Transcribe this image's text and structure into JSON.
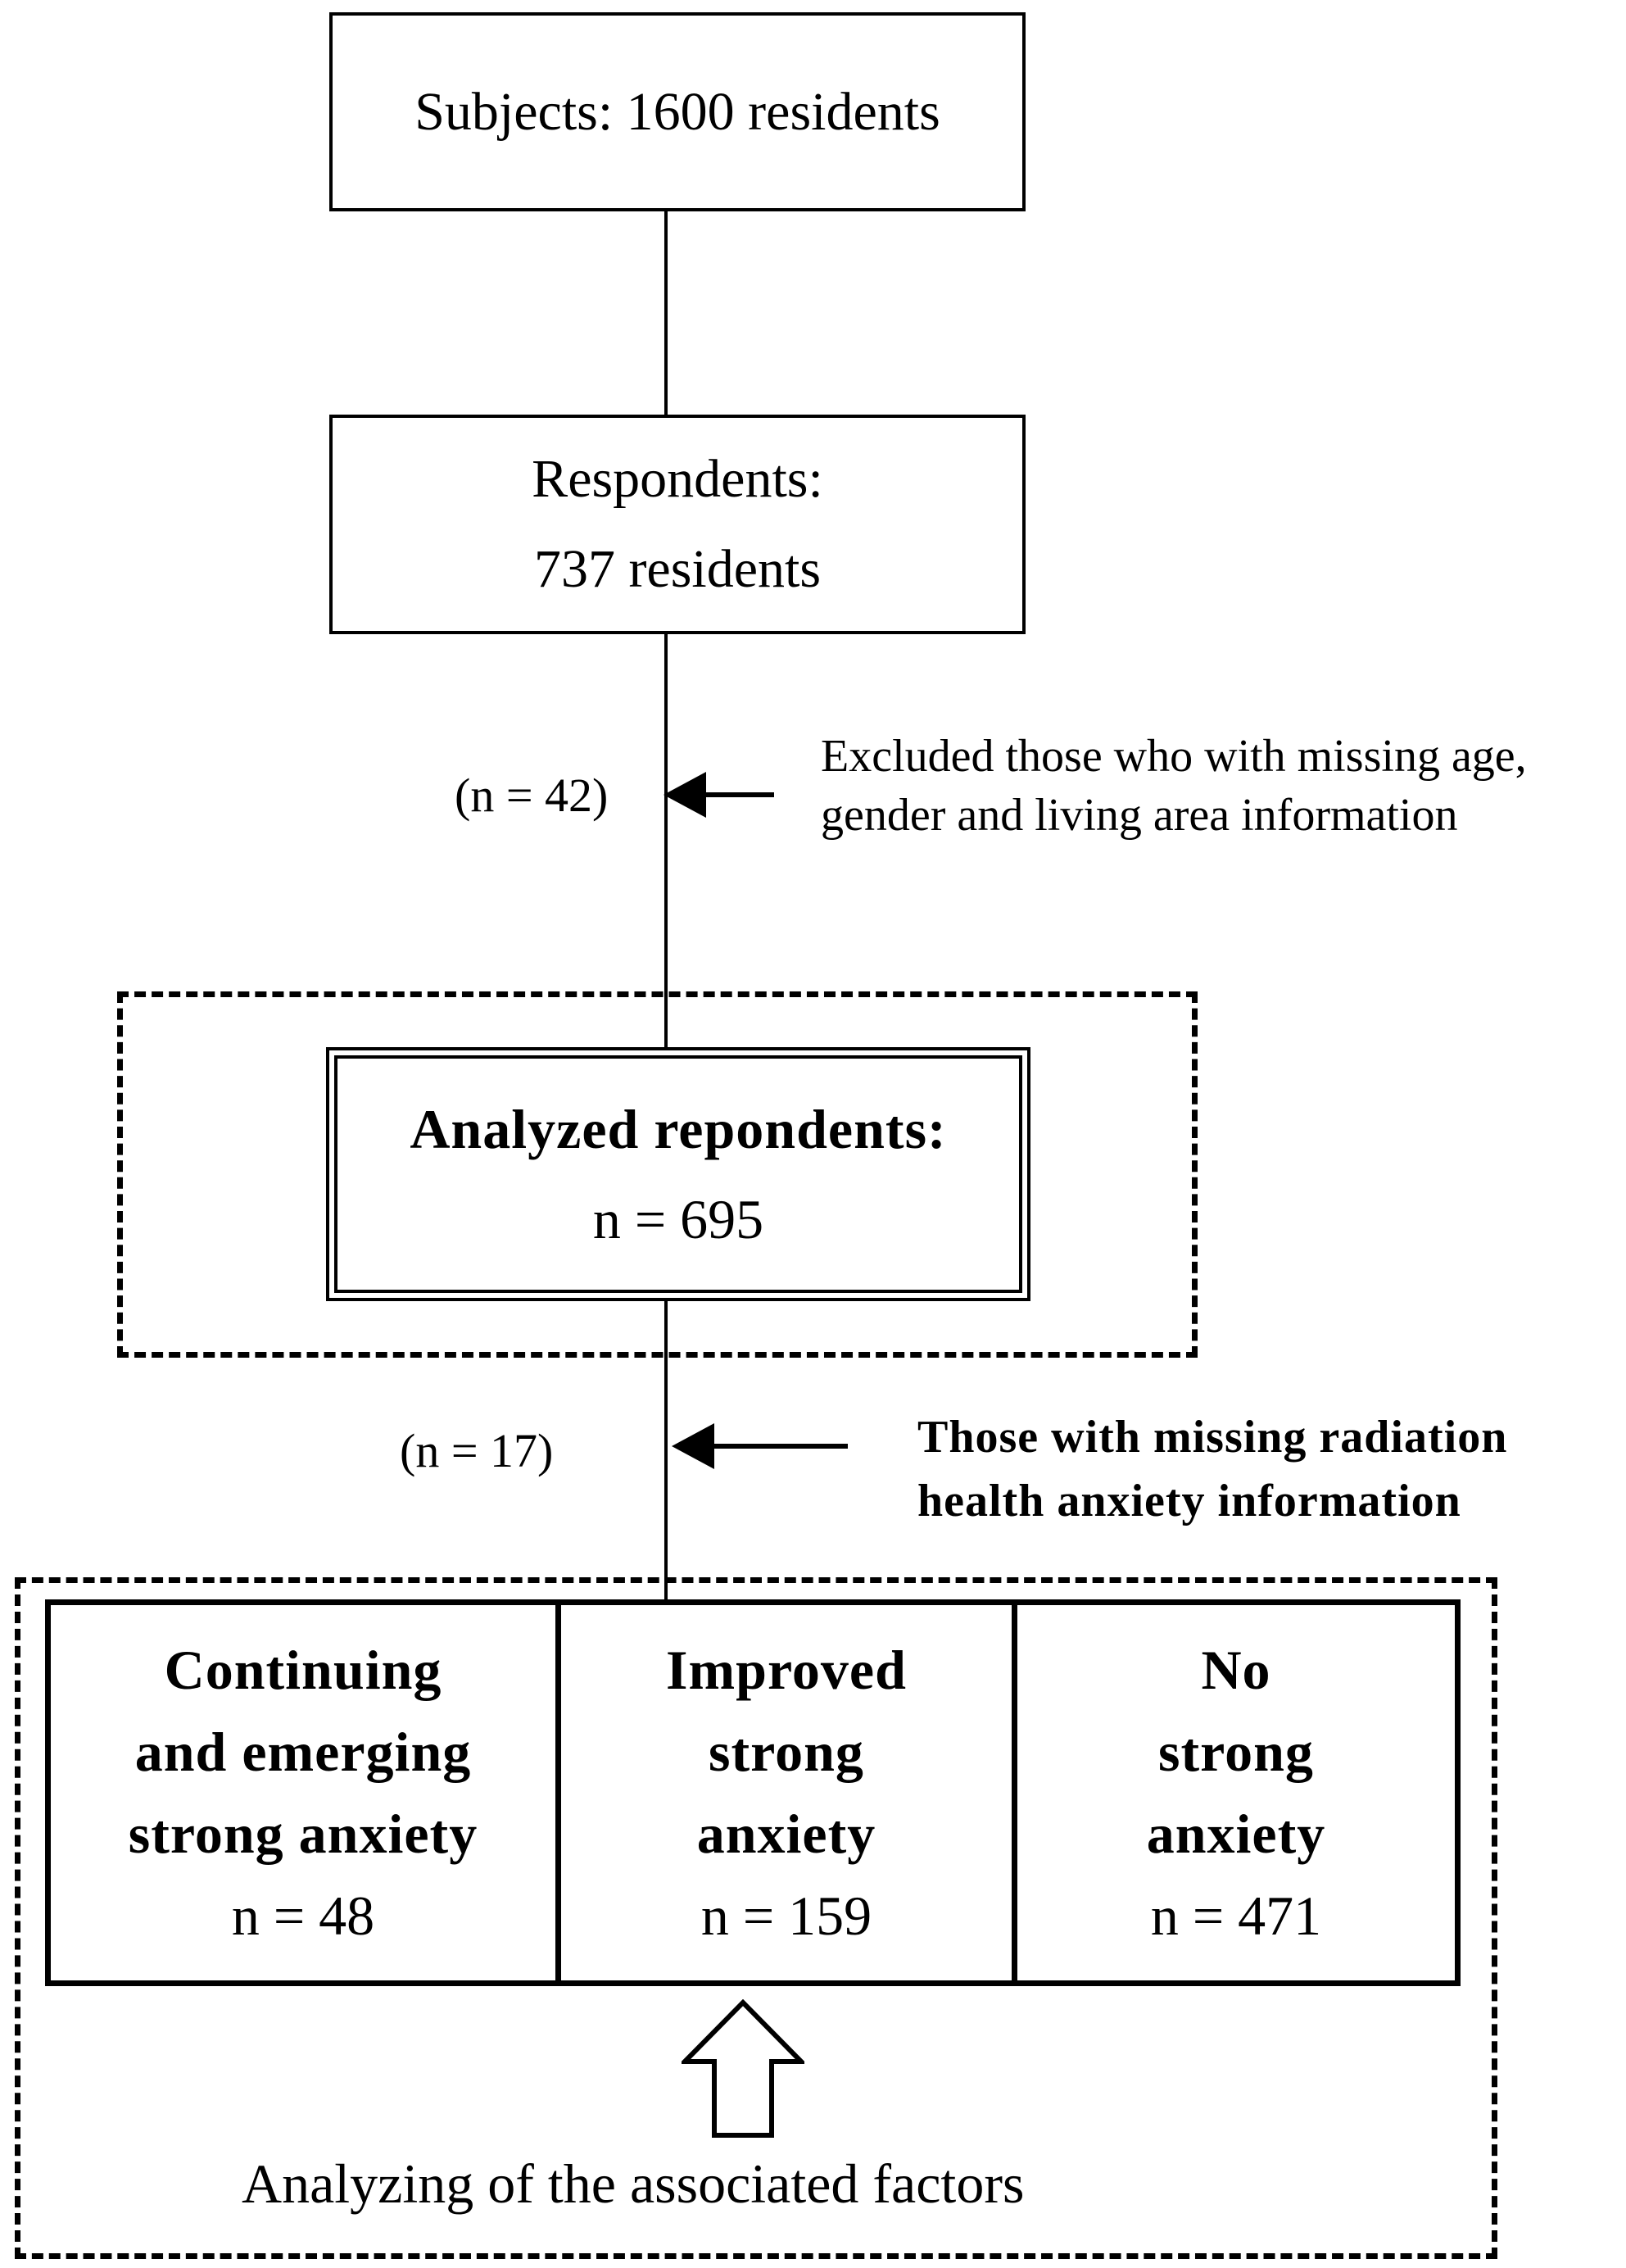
{
  "subjects": {
    "text": "Subjects:  1600 residents"
  },
  "respondents": {
    "line1": "Respondents:",
    "line2": "737 residents"
  },
  "exclusion1": {
    "count": "(n = 42)",
    "line1": "Excluded  those  who with  missing  age,",
    "line2": "gender and living   area information"
  },
  "analyzed": {
    "line1": "Analyzed repondents:",
    "line2": "n = 695"
  },
  "exclusion2": {
    "count": "(n = 17)",
    "line1": "Those with missing radiation",
    "line2": "health anxiety information"
  },
  "groups": [
    {
      "lines": [
        "Continuing",
        "and emerging",
        "strong anxiety"
      ],
      "n": "n = 48"
    },
    {
      "lines": [
        "Improved",
        "strong",
        "anxiety"
      ],
      "n": "n = 159"
    },
    {
      "lines": [
        "No",
        "strong",
        "anxiety"
      ],
      "n": "n = 471"
    }
  ],
  "footer": {
    "text": "Analyzing of the associated  factors"
  }
}
